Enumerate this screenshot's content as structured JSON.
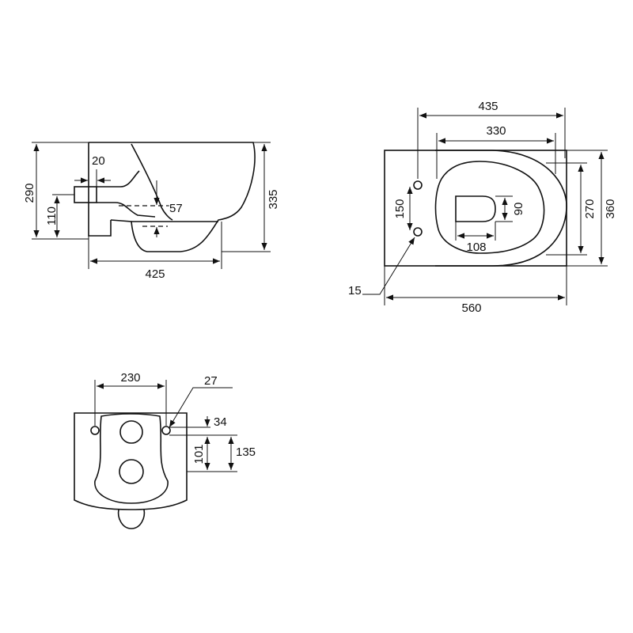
{
  "side_view": {
    "overall_height": "290",
    "outlet_height": "110",
    "outlet_pipe": "20",
    "rim_height": "335",
    "water_depth": "57",
    "projection": "425"
  },
  "top_view": {
    "fixing_outer_width": "435",
    "fixing_inner_width": "330",
    "fixing_spacing": "150",
    "hole_diameter": "15",
    "opening_width": "90",
    "opening_length": "108",
    "bowl_width": "270",
    "overall_width": "360",
    "overall_length": "560"
  },
  "back_view": {
    "bolt_spacing": "230",
    "bolt_offset": "27",
    "bolt_drop": "34",
    "pipe_drop": "101",
    "outlet_drop": "135"
  }
}
